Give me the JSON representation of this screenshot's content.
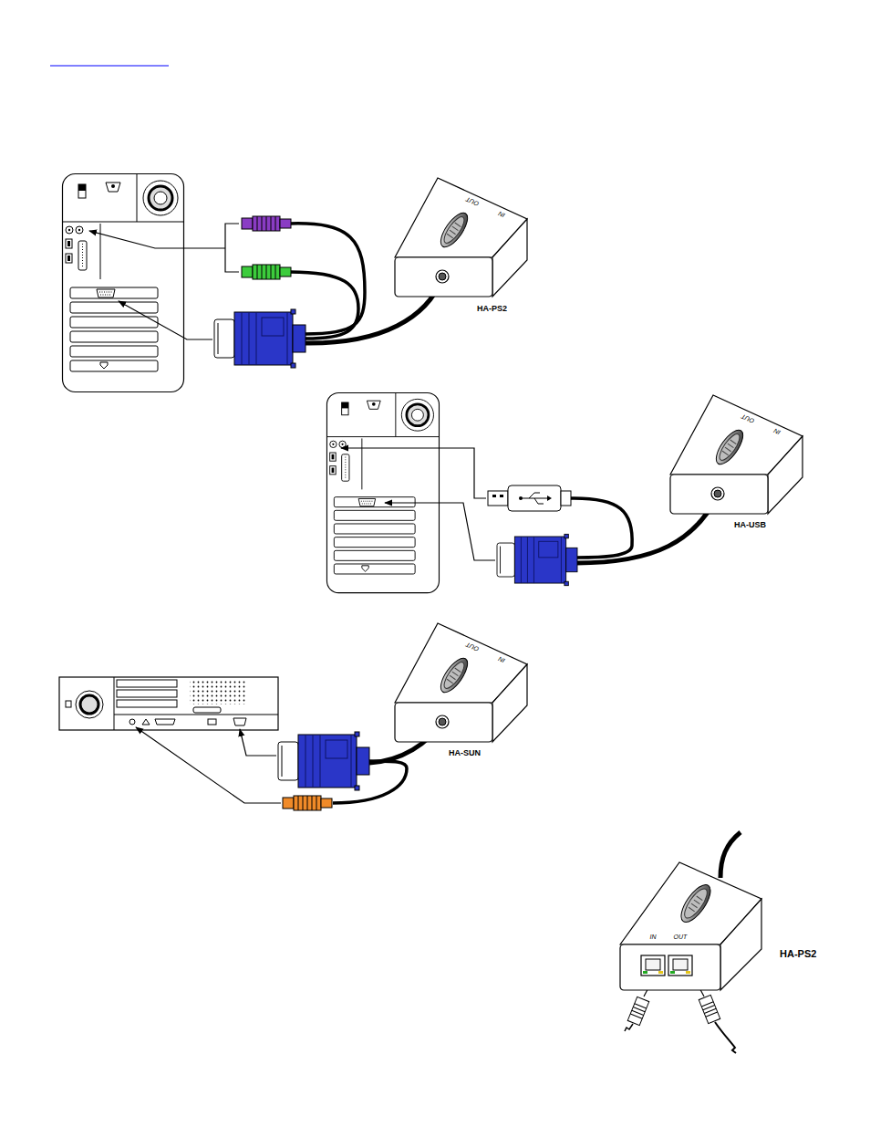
{
  "diagram": {
    "nodes": [
      {
        "text": [
          "OUT",
          "IN",
          "HA-PS2"
        ]
      },
      {
        "text": [
          "OUT",
          "IN",
          "HA-USB"
        ]
      },
      {
        "text": [
          "OUT",
          "IN",
          "HA-SUN"
        ]
      },
      {
        "text": [
          "IN",
          "OUT",
          "HA-PS2"
        ]
      }
    ]
  }
}
